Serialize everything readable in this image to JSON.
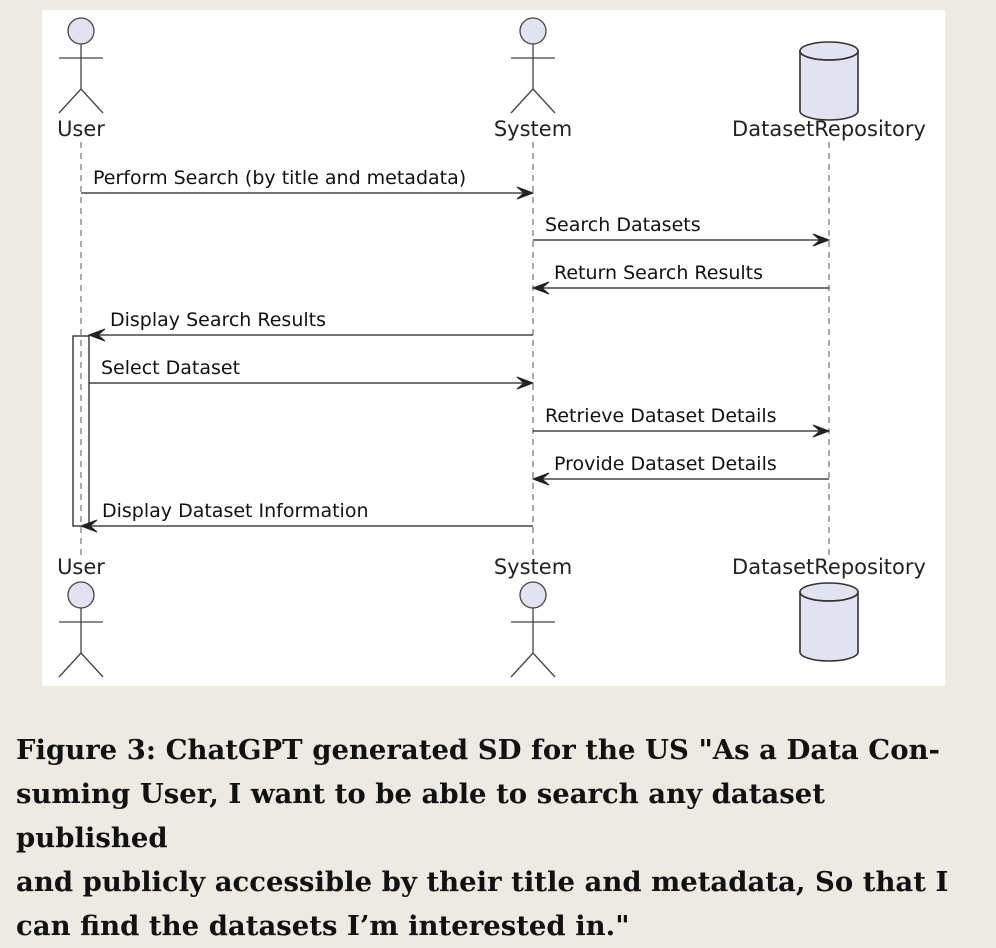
{
  "participants": [
    {
      "id": "user",
      "name": "User",
      "kind": "actor"
    },
    {
      "id": "system",
      "name": "System",
      "kind": "actor"
    },
    {
      "id": "repo",
      "name": "DatasetRepository",
      "kind": "database"
    }
  ],
  "messages": [
    {
      "from": "user",
      "to": "system",
      "text": "Perform Search (by title and metadata)"
    },
    {
      "from": "system",
      "to": "repo",
      "text": "Search Datasets"
    },
    {
      "from": "repo",
      "to": "system",
      "text": "Return Search Results"
    },
    {
      "from": "system",
      "to": "user",
      "text": "Display Search Results"
    },
    {
      "from": "user",
      "to": "system",
      "text": "Select Dataset"
    },
    {
      "from": "system",
      "to": "repo",
      "text": "Retrieve Dataset Details"
    },
    {
      "from": "repo",
      "to": "system",
      "text": "Provide Dataset Details"
    },
    {
      "from": "system",
      "to": "user",
      "text": "Display Dataset Information"
    }
  ],
  "caption": {
    "lines": [
      "Figure 3: ChatGPT generated SD for the US \"As a Data Con-",
      "suming User, I want to be able to search any dataset published",
      "and publicly accessible by their title and metadata, So that I",
      "can find the datasets I’m interested in.\""
    ]
  }
}
